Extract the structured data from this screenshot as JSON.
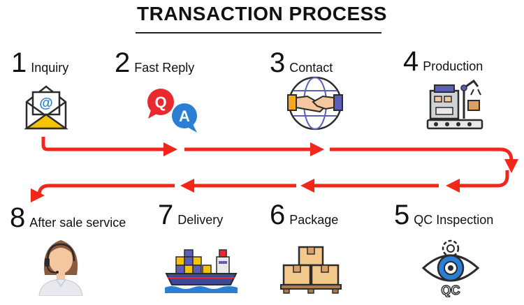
{
  "title": "TRANSACTION PROCESS",
  "steps": [
    {
      "number": "1",
      "label": "Inquiry",
      "icon": "envelope-icon"
    },
    {
      "number": "2",
      "label": "Fast Reply",
      "icon": "qa-chat-icon"
    },
    {
      "number": "3",
      "label": "Contact",
      "icon": "handshake-globe-icon"
    },
    {
      "number": "4",
      "label": "Production",
      "icon": "factory-robot-icon"
    },
    {
      "number": "5",
      "label": "QC Inspection",
      "icon": "qc-eye-gear-icon"
    },
    {
      "number": "6",
      "label": "Package",
      "icon": "boxes-pallet-icon"
    },
    {
      "number": "7",
      "label": "Delivery",
      "icon": "cargo-ship-icon"
    },
    {
      "number": "8",
      "label": "After sale service",
      "icon": "support-agent-icon"
    }
  ],
  "icon_text": {
    "envelope_symbol": "@",
    "q_letter": "Q",
    "a_letter": "A",
    "qc_text": "QC"
  },
  "colors": {
    "arrow": "#f2261b",
    "title": "#111111",
    "icon_outline": "#2b2b2b",
    "accent_yellow": "#f5c400",
    "accent_blue": "#2a7fd4",
    "accent_red": "#e8292d"
  }
}
